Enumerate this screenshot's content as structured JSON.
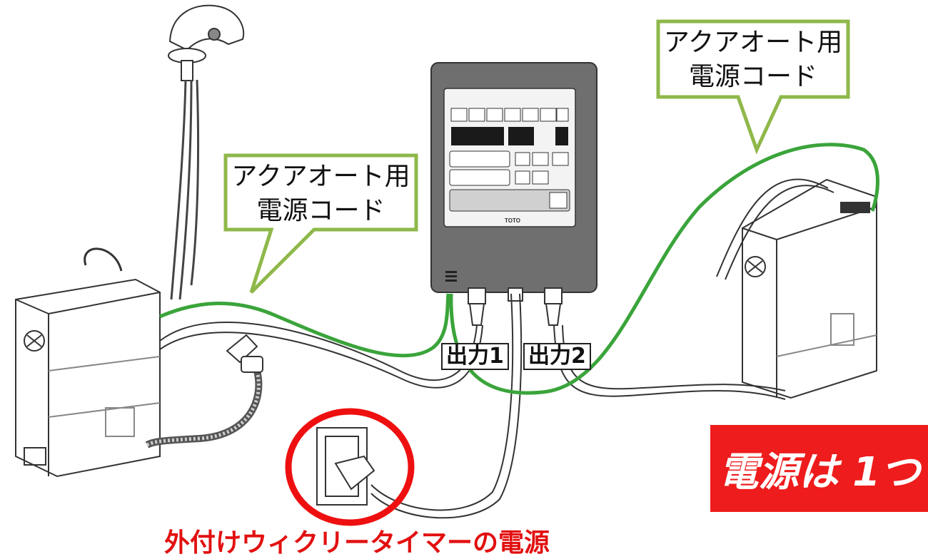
{
  "callouts": {
    "left": {
      "line1": "アクアオート用",
      "line2": "電源コード"
    },
    "right": {
      "line1": "アクアオート用",
      "line2": "電源コード"
    }
  },
  "outputs": {
    "out1": "出力1",
    "out2": "出力2"
  },
  "badge": "電源は 1つ",
  "caption": "外付けウィクリータイマーの電源",
  "panel": {
    "brand": "TOTO"
  },
  "colors": {
    "cord_green": "#3aa43a",
    "callout_border": "#8fb84a",
    "alert_red": "#ee1c1c"
  }
}
